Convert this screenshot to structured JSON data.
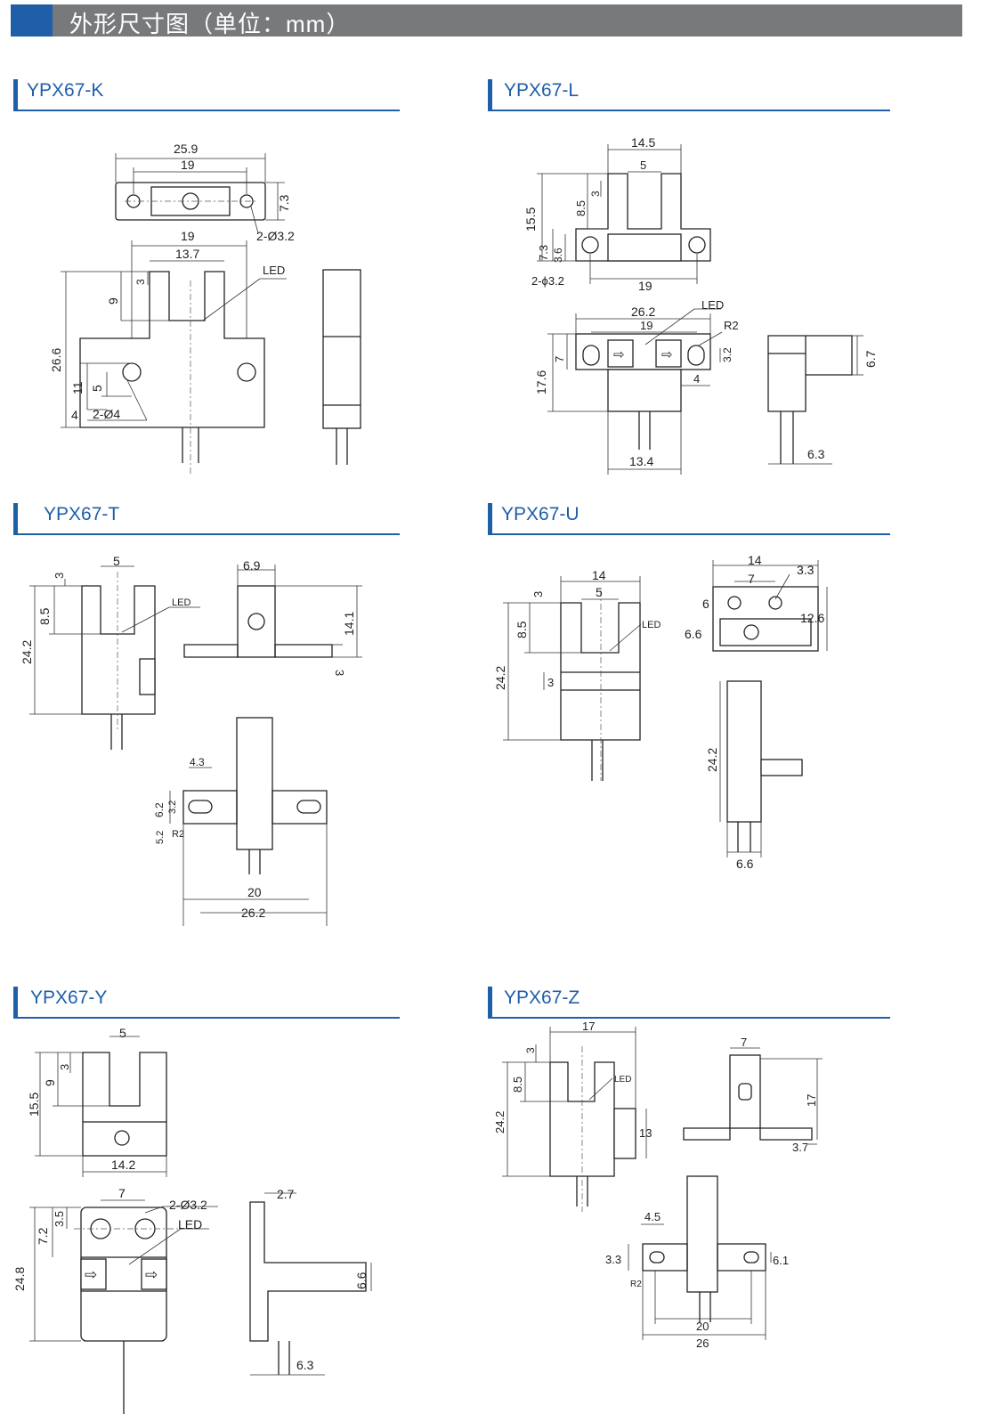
{
  "header": {
    "title": "外形尺寸图（单位：mm）"
  },
  "sections": {
    "k": {
      "name": "YPX67-K",
      "dims": [
        "25.9",
        "19",
        "7.3",
        "2-Ø3.2",
        "19",
        "13.7",
        "LED",
        "3",
        "9",
        "26.6",
        "11",
        "5",
        "4",
        "2-Ø4"
      ]
    },
    "l": {
      "name": "YPX67-L",
      "dims": [
        "14.5",
        "5",
        "3",
        "8.5",
        "15.5",
        "7.3",
        "3.6",
        "2-ϕ3.2",
        "19",
        "26.2",
        "19",
        "LED",
        "R2",
        "7",
        "17.6",
        "3.2",
        "4",
        "13.4",
        "6.7",
        "6.3"
      ]
    },
    "t": {
      "name": "YPX67-T",
      "dims": [
        "3",
        "5",
        "8.5",
        "24.2",
        "LED",
        "6.9",
        "14.1",
        "3",
        "4.3",
        "6.2",
        "3.2",
        "5.2",
        "R2",
        "20",
        "26.2"
      ]
    },
    "u": {
      "name": "YPX67-U",
      "dims": [
        "14",
        "5",
        "3",
        "8.5",
        "24.2",
        "LED",
        "3",
        "14",
        "3.3",
        "7",
        "6",
        "12.6",
        "6.6",
        "24.2",
        "6.6"
      ]
    },
    "y": {
      "name": "YPX67-Y",
      "dims": [
        "5",
        "3",
        "9",
        "15.5",
        "14.2",
        "7",
        "2-Ø3.2",
        "LED",
        "3.5",
        "7.2",
        "24.8",
        "2.7",
        "6.6",
        "6.3"
      ]
    },
    "z": {
      "name": "YPX67-Z",
      "dims": [
        "17",
        "3",
        "8.5",
        "LED",
        "24.2",
        "13",
        "7",
        "17",
        "3.7",
        "4.5",
        "3.3",
        "6.1",
        "R2",
        "20",
        "26"
      ]
    }
  }
}
